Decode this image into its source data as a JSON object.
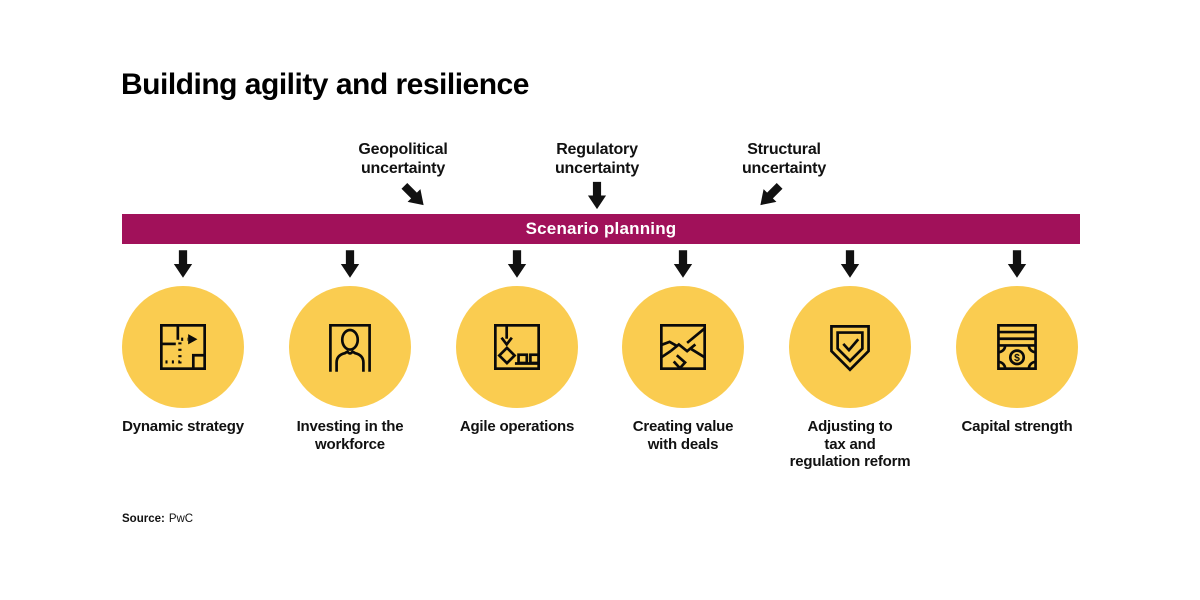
{
  "title": "Building agility and resilience",
  "uncertainties": [
    {
      "label": "Geopolitical\nuncertainty",
      "arrow_icon": "arrow-down-right-icon"
    },
    {
      "label": "Regulatory\nuncertainty",
      "arrow_icon": "arrow-down-icon"
    },
    {
      "label": "Structural\nuncertainty",
      "arrow_icon": "arrow-down-left-icon"
    }
  ],
  "banner": {
    "label": "Scenario planning"
  },
  "pillars": [
    {
      "icon": "strategy-route-icon",
      "label": "Dynamic strategy"
    },
    {
      "icon": "workforce-person-icon",
      "label": "Investing in the\nworkforce"
    },
    {
      "icon": "crane-operations-icon",
      "label": "Agile operations"
    },
    {
      "icon": "handshake-deals-icon",
      "label": "Creating value\nwith deals"
    },
    {
      "icon": "shield-check-icon",
      "label": "Adjusting to\ntax and\nregulation reform"
    },
    {
      "icon": "banknote-icon",
      "label": "Capital strength"
    }
  ],
  "source": {
    "prefix": "Source:",
    "text": "PwC"
  },
  "colors": {
    "circle_yellow": "#FACC50",
    "banner_magenta": "#A1115A",
    "arrow_black": "#111111",
    "text_black": "#111111"
  }
}
